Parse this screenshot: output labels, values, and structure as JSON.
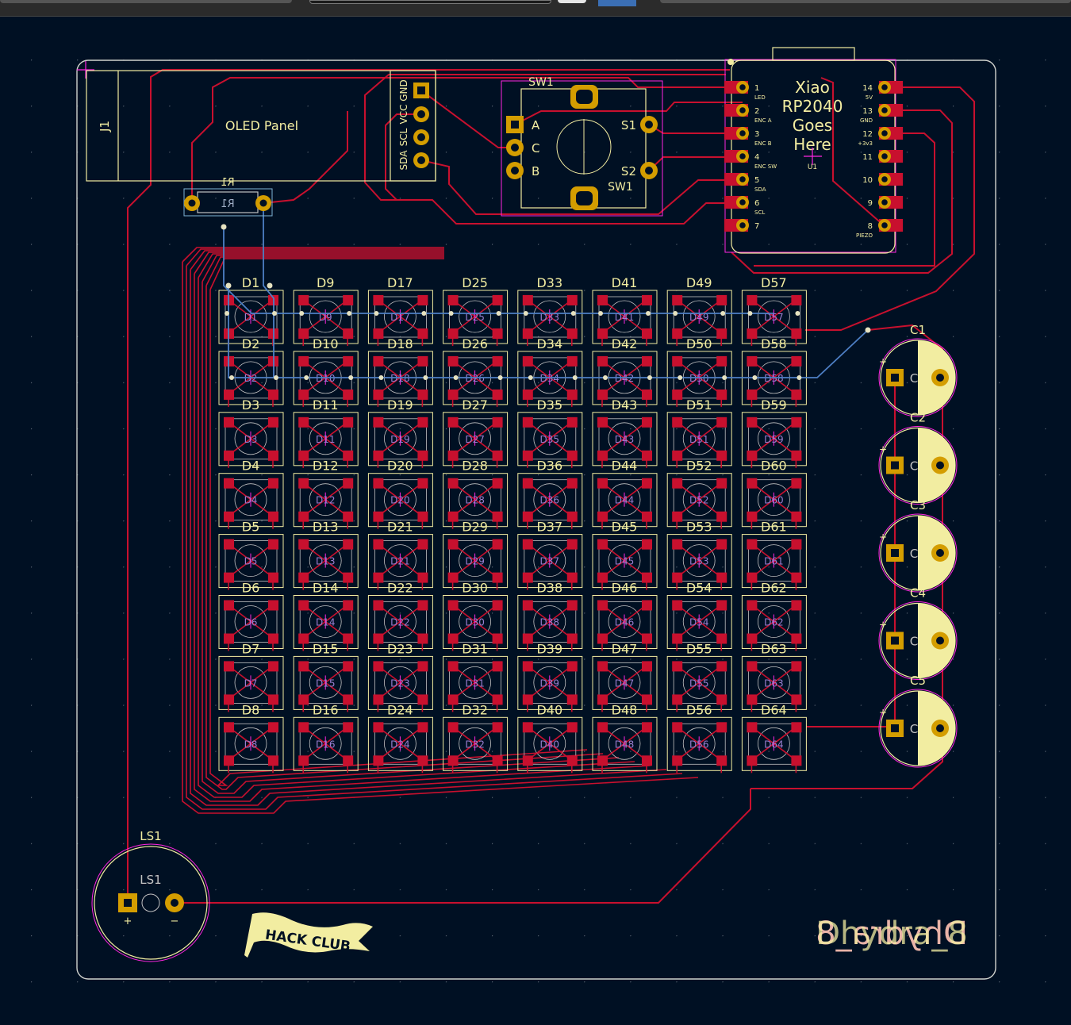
{
  "colors": {
    "background": "#001023",
    "edge_cuts": "#d0d2cd",
    "fcu": "#c8102e",
    "bcu": "#4d7fc4",
    "silk": "#f2eda1",
    "pad": "#d49d00",
    "courtyard": "#ff26e2",
    "fab": "#c2c2c2",
    "backsilk": "#e8b2a7"
  },
  "connectors": {
    "j1": {
      "ref": "J1"
    },
    "oled": {
      "label": "OLED Panel",
      "pins": [
        "SDA",
        "SCL",
        "VCC",
        "GND"
      ]
    },
    "r1": {
      "ref": "R1",
      "ref_fab": "R1"
    }
  },
  "encoder": {
    "ref": "SW1",
    "ref_fab": "SW1",
    "pins_left": [
      "A",
      "C",
      "B"
    ],
    "pins_right": [
      "S1",
      "S2"
    ]
  },
  "mcu": {
    "ref": "U1",
    "title_lines": [
      "Xiao",
      "RP2040",
      "Goes",
      "Here"
    ],
    "left_pins": [
      {
        "num": "1",
        "func": "LED"
      },
      {
        "num": "2",
        "func": "ENC A"
      },
      {
        "num": "3",
        "func": "ENC B"
      },
      {
        "num": "4",
        "func": "ENC SW"
      },
      {
        "num": "5",
        "func": "SDA"
      },
      {
        "num": "6",
        "func": "SCL"
      },
      {
        "num": "7",
        "func": ""
      }
    ],
    "right_pins": [
      {
        "num": "14",
        "func": "5V"
      },
      {
        "num": "13",
        "func": "GND"
      },
      {
        "num": "12",
        "func": "+3v3"
      },
      {
        "num": "11",
        "func": ""
      },
      {
        "num": "10",
        "func": ""
      },
      {
        "num": "9",
        "func": ""
      },
      {
        "num": "8",
        "func": "PIEZO"
      }
    ]
  },
  "leds": {
    "columns": 8,
    "rows": 8,
    "labels": [
      "D1",
      "D2",
      "D3",
      "D4",
      "D5",
      "D6",
      "D7",
      "D8",
      "D9",
      "D10",
      "D11",
      "D12",
      "D13",
      "D14",
      "D15",
      "D16",
      "D17",
      "D18",
      "D19",
      "D20",
      "D21",
      "D22",
      "D23",
      "D24",
      "D25",
      "D26",
      "D27",
      "D28",
      "D29",
      "D30",
      "D31",
      "D32",
      "D33",
      "D34",
      "D35",
      "D36",
      "D37",
      "D38",
      "D39",
      "D40",
      "D41",
      "D42",
      "D43",
      "D44",
      "D45",
      "D46",
      "D47",
      "D48",
      "D49",
      "D50",
      "D51",
      "D52",
      "D53",
      "D54",
      "D55",
      "D56",
      "D57",
      "D58",
      "D59",
      "D60",
      "D61",
      "D62",
      "D63",
      "D64"
    ]
  },
  "capacitors": {
    "labels": [
      "C1",
      "C2",
      "C3",
      "C4",
      "C5"
    ],
    "fab_value": "C"
  },
  "speaker": {
    "ref": "LS1",
    "ref_fab": "LS1",
    "plus": "+",
    "minus": "−"
  },
  "logo": {
    "text": "HACK CLUB"
  },
  "board_name": {
    "front": "Dhydra_8",
    "back": "Dhydra_8"
  }
}
